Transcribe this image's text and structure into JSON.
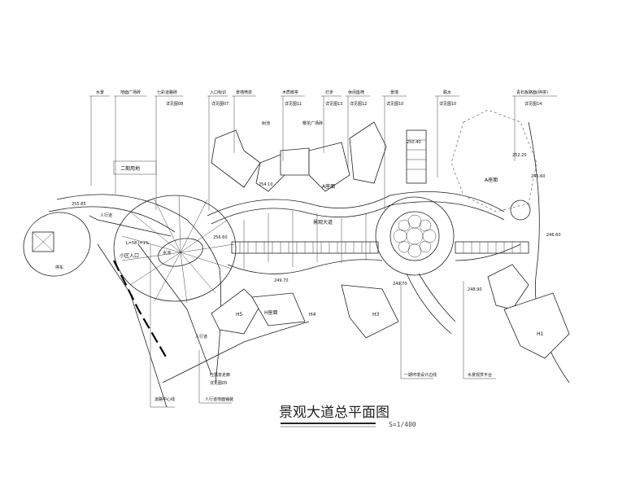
{
  "drawing": {
    "title": "景观大道总平面图",
    "scale": "S=1/400"
  },
  "callouts_top": [
    {
      "label": "水景",
      "ref": ""
    },
    {
      "label": "地面广场砖",
      "ref": ""
    },
    {
      "label": "七彩道路砖",
      "ref": "详见图08"
    },
    {
      "label": "入口标识",
      "ref": "详见图07"
    },
    {
      "label": "景墙喷泉",
      "ref": ""
    },
    {
      "label": "木质廊亭",
      "ref": "详见图11"
    },
    {
      "label": "灯步",
      "ref": "详见图13"
    },
    {
      "label": "休闲座椅",
      "ref": "详见图12"
    },
    {
      "label": "景墙",
      "ref": "详见图10"
    },
    {
      "label": "跌水",
      "ref": "详见图10"
    },
    {
      "label": "青石板路面(碎拼)",
      "ref": "详见图14"
    }
  ],
  "callouts_inner": [
    "树池",
    "樱花广场砖"
  ],
  "callouts_bottom": [
    {
      "label": "吐露泉走廊",
      "ref": "详见图05"
    },
    {
      "label": "道路中心线",
      "ref": ""
    },
    {
      "label": "人行道地面铺装",
      "ref": ""
    },
    {
      "label": "一期环境设计边线",
      "ref": ""
    },
    {
      "label": "水景观赏平台",
      "ref": ""
    }
  ],
  "areas": {
    "phase2": "二期用地",
    "entrance": "小区入口",
    "parking": "停车",
    "sidewalk_1": "人行道",
    "sidewalk_2": "人行道",
    "boulevard": "景观大道",
    "building_a1": "A座面",
    "building_a2": "A座面",
    "building_h": "H座面",
    "h5": "H5",
    "h4": "H4",
    "h3": "H3",
    "h1": "H1",
    "fountain": "水池",
    "width_note": "L=58 I=1%"
  },
  "elevations": [
    "255.85",
    "256.60",
    "254.10",
    "252.20",
    "249.70",
    "249.70",
    "248.90",
    "246.60",
    "246.60",
    "250.40"
  ]
}
